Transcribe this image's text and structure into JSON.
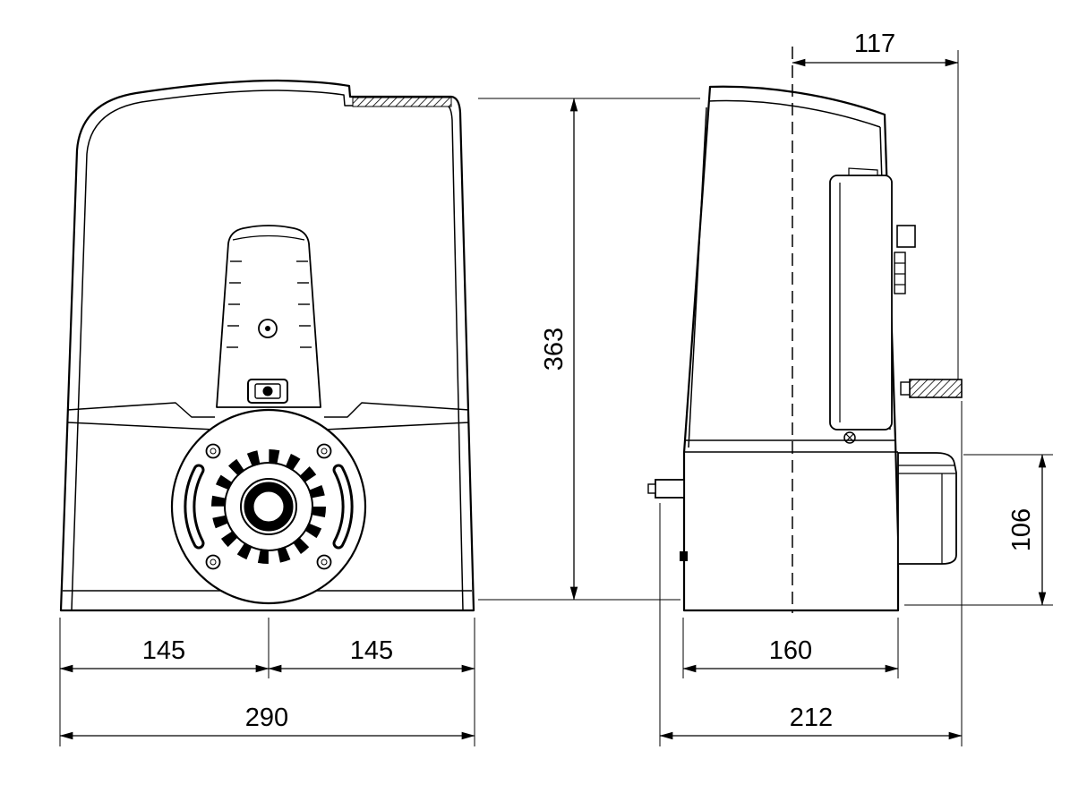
{
  "diagram": {
    "kind": "technical-dimension-drawing",
    "views": {
      "front": "front-view",
      "side": "side-view"
    },
    "dimensions": {
      "side_center_to_rack": "117",
      "overall_height": "363",
      "base_height": "106",
      "front_left_half": "145",
      "front_right_half": "145",
      "front_total_width": "290",
      "side_base_width": "160",
      "side_total_depth": "212"
    },
    "colors": {
      "line": "#000000",
      "background": "#ffffff"
    }
  }
}
